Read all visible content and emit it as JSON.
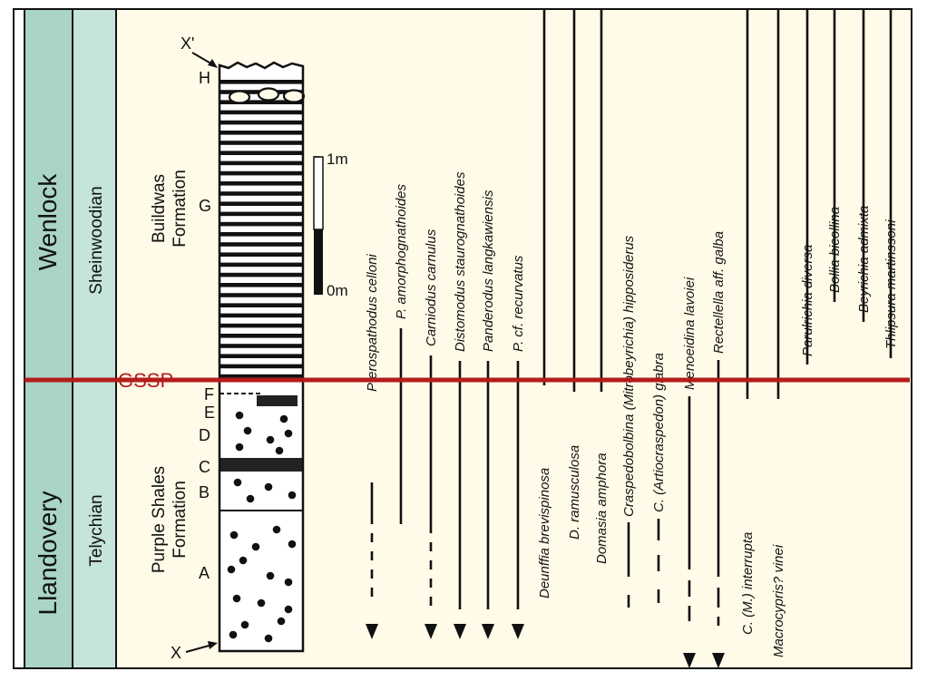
{
  "colors": {
    "series_column": "#a9d4c6",
    "stage_column": "#c5e4db",
    "panel": "#fffbe8",
    "gssp_line": "#b51c1c",
    "ink": "#111111"
  },
  "series": {
    "upper": "Wenlock",
    "lower": "Llandovery"
  },
  "stages": {
    "upper": "Sheinwoodian",
    "lower": "Telychian"
  },
  "formations": {
    "upper_line1": "Buildwas",
    "upper_line2": "Formation",
    "lower_line1": "Purple Shales",
    "lower_line2": "Formation"
  },
  "boundary_label": "GSSP",
  "section_labels": {
    "top": "X'",
    "bottom": "X",
    "units": [
      "H",
      "G",
      "F",
      "E",
      "D",
      "C",
      "B",
      "A"
    ]
  },
  "scale_bar": {
    "top_label": "1m",
    "bottom_label": "0m"
  },
  "taxa": [
    {
      "name": "Pterospathodus celloni",
      "range": "below"
    },
    {
      "name": "P. amorphognathoides",
      "range": "below"
    },
    {
      "name": "Carniodus carnulus",
      "range": "below"
    },
    {
      "name": "Distomodus staurognathoides",
      "range": "below"
    },
    {
      "name": "Panderodus langkawiensis",
      "range": "below"
    },
    {
      "name": "P. cf. recurvatus",
      "range": "below"
    },
    {
      "name": "Deunffia brevispinosa",
      "range": "above"
    },
    {
      "name": "D. ramusculosa",
      "range": "above"
    },
    {
      "name": "Domasia amphora",
      "range": "above"
    },
    {
      "name": "Craspedobolbina (Mitrobeyrichia) hipposiderus",
      "range": "below"
    },
    {
      "name": "C. (Artiocraspedon) glabra",
      "range": "below"
    },
    {
      "name": "Menoeidina lavoiei",
      "range": "below"
    },
    {
      "name": "Rectellella aff. galba",
      "range": "below"
    },
    {
      "name": "C. (M.) interrupta",
      "range": "above"
    },
    {
      "name": "Macrocypris? vinei",
      "range": "above"
    },
    {
      "name": "Parulrichia diversa",
      "range": "above"
    },
    {
      "name": "Bollia bicollina",
      "range": "above"
    },
    {
      "name": "Beyrichia admixta",
      "range": "above"
    },
    {
      "name": "Thlipsura martinssoni",
      "range": "above"
    }
  ]
}
